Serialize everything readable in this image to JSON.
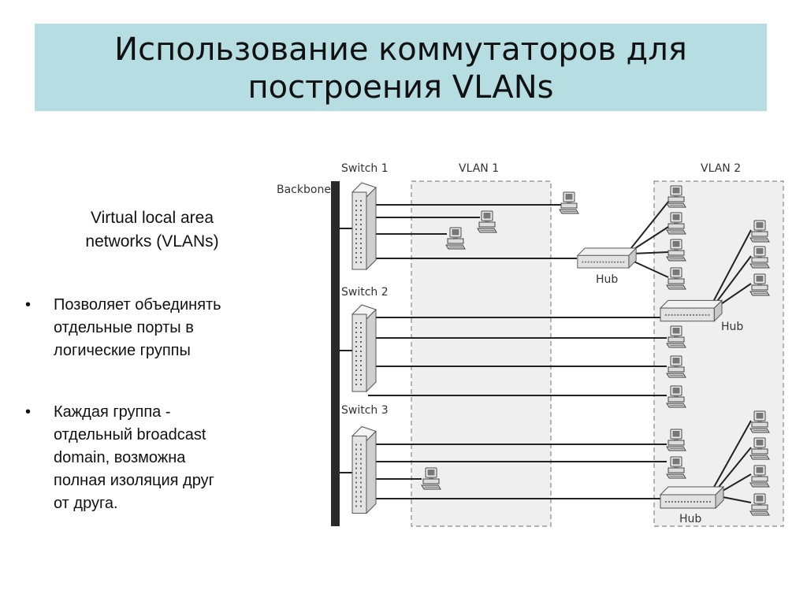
{
  "slide": {
    "title_line1": "Использование коммутаторов для",
    "title_line2": "построения  VLANs",
    "subtitle_line1": "Virtual  local  area",
    "subtitle_line2": "networks (VLANs)",
    "bullets": [
      {
        "marker": "•",
        "lines": [
          "Позволяет объединять",
          "отдельные порты в",
          "логические группы"
        ]
      },
      {
        "marker": "•",
        "lines": [
          "Каждая группа  -",
          "отдельный broadcast",
          "domain, возможна",
          "полная изоляция друг",
          "от друга."
        ]
      }
    ]
  },
  "diagram": {
    "backbone_label": "Backbone",
    "switch_labels": [
      "Switch 1",
      "Switch 2",
      "Switch 3"
    ],
    "vlan_labels": [
      "VLAN 1",
      "VLAN 2"
    ],
    "hub_labels": [
      "Hub",
      "Hub",
      "Hub"
    ]
  }
}
